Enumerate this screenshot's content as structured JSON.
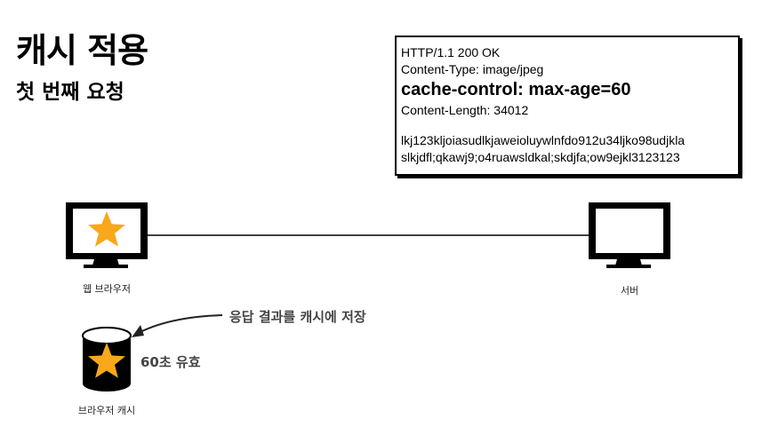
{
  "title": "캐시 적용",
  "subtitle": "첫 번째 요청",
  "response": {
    "status_line": "HTTP/1.1 200 OK",
    "content_type": "Content-Type: image/jpeg",
    "cache_control": "cache-control: max-age=60",
    "content_length": "Content-Length: 34012",
    "body_line1": "lkj123kljoiasudlkjaweioluywlnfdo912u34ljko98udjkla",
    "body_line2": "slkjdfl;qkawj9;o4ruawsldkal;skdjfa;ow9ejkl3123123"
  },
  "browser_label": "웹 브라우저",
  "server_label": "서버",
  "cache_label": "브라우저 캐시",
  "store_note": "응답 결과를 캐시에 저장",
  "ttl_note": "60초 유효",
  "colors": {
    "star": "#f7a81b",
    "ink": "#000000"
  },
  "icons": [
    "monitor-icon",
    "star-icon",
    "database-icon",
    "arrow-icon"
  ]
}
